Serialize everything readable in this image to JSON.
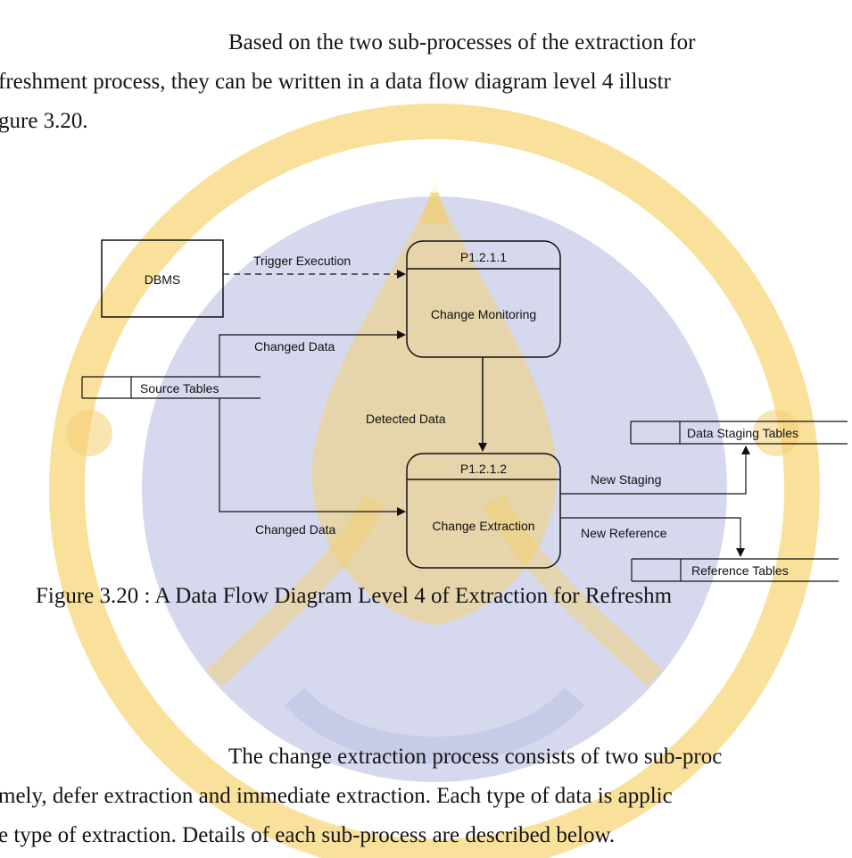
{
  "paragraph1": {
    "line1": "Based on the two sub-processes of the extraction for",
    "line2": "freshment process, they can be written in a data flow diagram level 4 illustr",
    "line3": "gure 3.20."
  },
  "diagram": {
    "external_entity": "DBMS",
    "process1": {
      "id": "P1.2.1.1",
      "name": "Change Monitoring"
    },
    "process2": {
      "id": "P1.2.1.2",
      "name": "Change Extraction"
    },
    "stores": {
      "source": "Source Tables",
      "staging": "Data Staging Tables",
      "reference": "Reference Tables"
    },
    "flows": {
      "trigger": "Trigger Execution",
      "changed1": "Changed Data",
      "changed2": "Changed Data",
      "detected": "Detected Data",
      "new_staging": "New Staging",
      "new_reference": "New Reference"
    }
  },
  "caption": "Figure 3.20 : A Data Flow Diagram Level 4 of Extraction for Refreshm",
  "paragraph2": {
    "line1": "The change extraction process consists of two sub-proc",
    "line2": "mely, defer extraction and immediate extraction. Each type of data is applic",
    "line3": "e type of extraction. Details of each sub-process are described below."
  },
  "colors": {
    "watermark_yellow": "#f6c85c",
    "watermark_blue": "#d3d6ec",
    "text": "#141414"
  }
}
